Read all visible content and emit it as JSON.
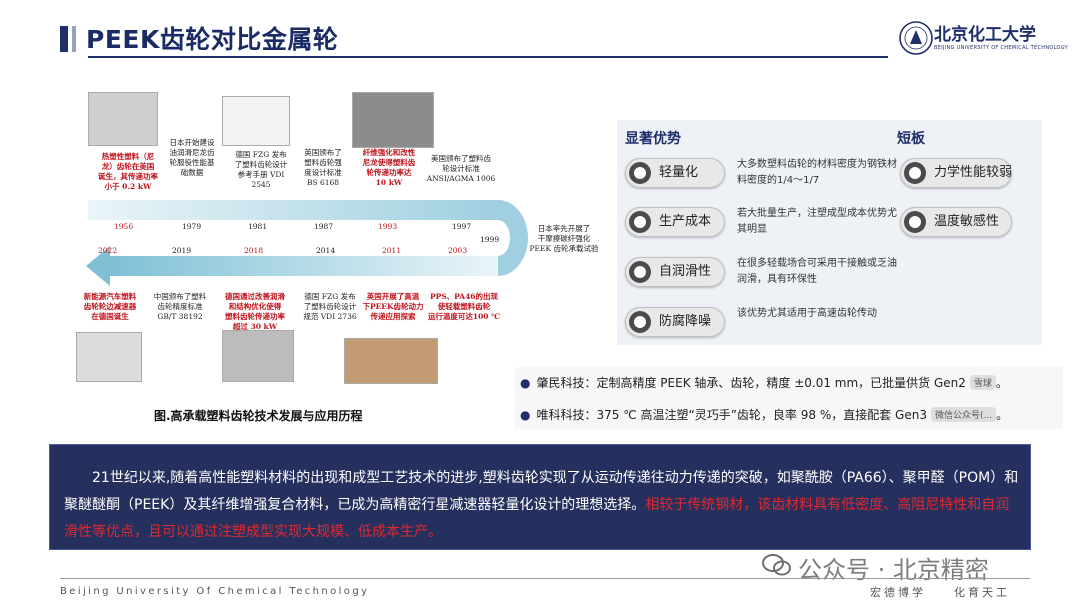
{
  "header": {
    "title": "PEEK齿轮对比金属轮",
    "logo_name": "北京化工大学",
    "logo_sub": "BEIJING UNIVERSITY OF CHEMICAL TECHNOLOGY"
  },
  "timeline": {
    "upper": [
      {
        "year": "1956",
        "text": "热塑性塑料（尼\n龙）齿轮在美国\n诞生，其传递功率\n小于 0.2 kW",
        "highlight": true
      },
      {
        "year": "1979",
        "text": "日本开始建设\n油润滑尼龙齿\n轮服役性能基\n础数据",
        "highlight": false
      },
      {
        "year": "1981",
        "text": "德国 FZG 发布\n了塑料齿轮设计\n参考手册 VDI\n2545",
        "highlight": false
      },
      {
        "year": "1987",
        "text": "英国颁布了\n塑料齿轮强\n度设计标准\nBS 6168",
        "highlight": false
      },
      {
        "year": "1993",
        "text": "纤维强化和改性\n尼龙使得塑料齿\n轮传递功率达\n10 kW",
        "highlight": true
      },
      {
        "year": "1997",
        "text": "美国颁布了塑料齿\n轮设计标准\nANSI/AGMA 1006",
        "highlight": false
      }
    ],
    "turn": {
      "year": "1999",
      "text": "日本率先开展了\n干摩擦碳纤强化\nPEEK 齿轮承载试验"
    },
    "lower": [
      {
        "year": "2022",
        "text": "新能源汽车塑料\n齿轮轮边减速器\n在德国诞生",
        "highlight": true
      },
      {
        "year": "2019",
        "text": "中国颁布了塑料\n齿轮精度标准\nGB/T 38192",
        "highlight": false
      },
      {
        "year": "2018",
        "text": "德国通过改善润滑\n和结构优化使得\n塑料齿轮传递功率\n超过 30 kW",
        "highlight": true
      },
      {
        "year": "2014",
        "text": "德国 FZG 发布\n了塑料齿轮设计\n规范 VDI 2736",
        "highlight": false
      },
      {
        "year": "2011",
        "text": "英国开展了高温\n下PEEK齿轮动力\n传递应用探索",
        "highlight": true
      },
      {
        "year": "2003",
        "text": "PPS、PA46的出现\n使轻载塑料齿轮\n运行温度可达100 ℃",
        "highlight": true
      }
    ],
    "caption": "图.高承载塑料齿轮技术发展与应用历程"
  },
  "advantages": {
    "heading": "显著优势",
    "items": [
      {
        "label": "轻量化",
        "desc": "大多数塑料齿轮的材料密度为钢铁材料密度的1/4～1/7"
      },
      {
        "label": "生产成本",
        "desc": "若大批量生产，注塑成型成本优势尤其明显"
      },
      {
        "label": "自润滑性",
        "desc": "在很多轻载场合可采用干接触或乏油润滑，具有环保性"
      },
      {
        "label": "防腐降噪",
        "desc": "该优势尤其适用于高速齿轮传动"
      }
    ]
  },
  "disadvantages": {
    "heading": "短板",
    "items": [
      {
        "label": "力学性能较弱"
      },
      {
        "label": "温度敏感性"
      }
    ]
  },
  "companies": [
    {
      "text": "肇民科技：定制高精度 PEEK 轴承、齿轮，精度 ±0.01 mm，已批量供货 Gen2",
      "tag": "雪球",
      "end": "。"
    },
    {
      "text": "唯科科技：375 ℃ 高温注塑“灵巧手”齿轮，良率 98 %，直接配套 Gen3",
      "tag": "微信公众号(...",
      "end": "。"
    }
  ],
  "summary": {
    "text": "21世纪以来,随着高性能塑料材料的出现和成型工艺技术的进步,塑料齿轮实现了从运动传递往动力传递的突破，如聚酰胺（PA66）、聚甲醛（POM）和聚醚醚酮（PEEK）及其纤维增强复合材料，已成为高精密行星减速器轻量化设计的理想选择。",
    "highlight": "相较于传统钢材，该齿材料具有低密度、高阻尼特性和自润滑性等优点，且可以通过注塑成型实现大规模、低成本生产。"
  },
  "footer": {
    "english": "Beijing University Of Chemical Technology",
    "motto": "宏德博学　　化育天工",
    "watermark": "公众号 · 北京精密"
  },
  "colors": {
    "navy": "#1f2f6b",
    "summary_bg": "#26305e",
    "highlight_red": "#e0282e",
    "timeline_teal": "#b9dbe6"
  }
}
